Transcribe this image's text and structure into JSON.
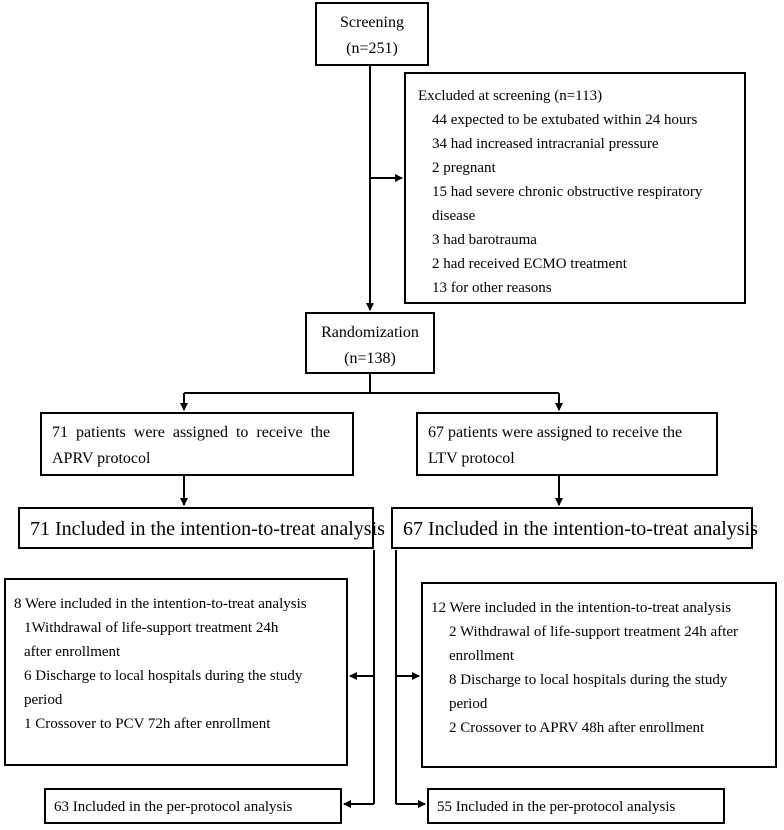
{
  "screening": {
    "title": "Screening",
    "count": "(n=251)"
  },
  "excluded": {
    "title": "Excluded at screening (n=113)",
    "items": [
      "44 expected to be extubated within 24 hours",
      "34 had increased intracranial pressure",
      "2 pregnant",
      "15 had severe chronic obstructive respiratory",
      "disease",
      "3 had barotrauma",
      "2 had received ECMO treatment",
      "13 for other reasons"
    ]
  },
  "randomization": {
    "title": "Randomization",
    "count": "(n=138)"
  },
  "left": {
    "assigned": [
      "71  patients  were  assigned  to  receive  the",
      "APRV protocol"
    ],
    "itt": "71 Included in the intention-to-treat analysis",
    "excluded_title": "8 Were included in the intention-to-treat analysis",
    "excluded_items": [
      "1Withdrawal of life-support treatment 24h",
      "after enrollment",
      "6 Discharge to local hospitals during the study",
      "period",
      "1 Crossover to PCV 72h after enrollment"
    ],
    "pp": "63 Included in the per-protocol analysis"
  },
  "right": {
    "assigned": [
      "67 patients were assigned to receive the",
      "LTV protocol"
    ],
    "itt": "67 Included in the intention-to-treat analysis",
    "excluded_title": "12 Were included in the intention-to-treat analysis",
    "excluded_items": [
      "2 Withdrawal of life-support treatment 24h after",
      "enrollment",
      "8 Discharge to local hospitals during the study",
      "period",
      "2 Crossover to APRV 48h after enrollment"
    ],
    "pp": "55 Included in the per-protocol analysis"
  }
}
